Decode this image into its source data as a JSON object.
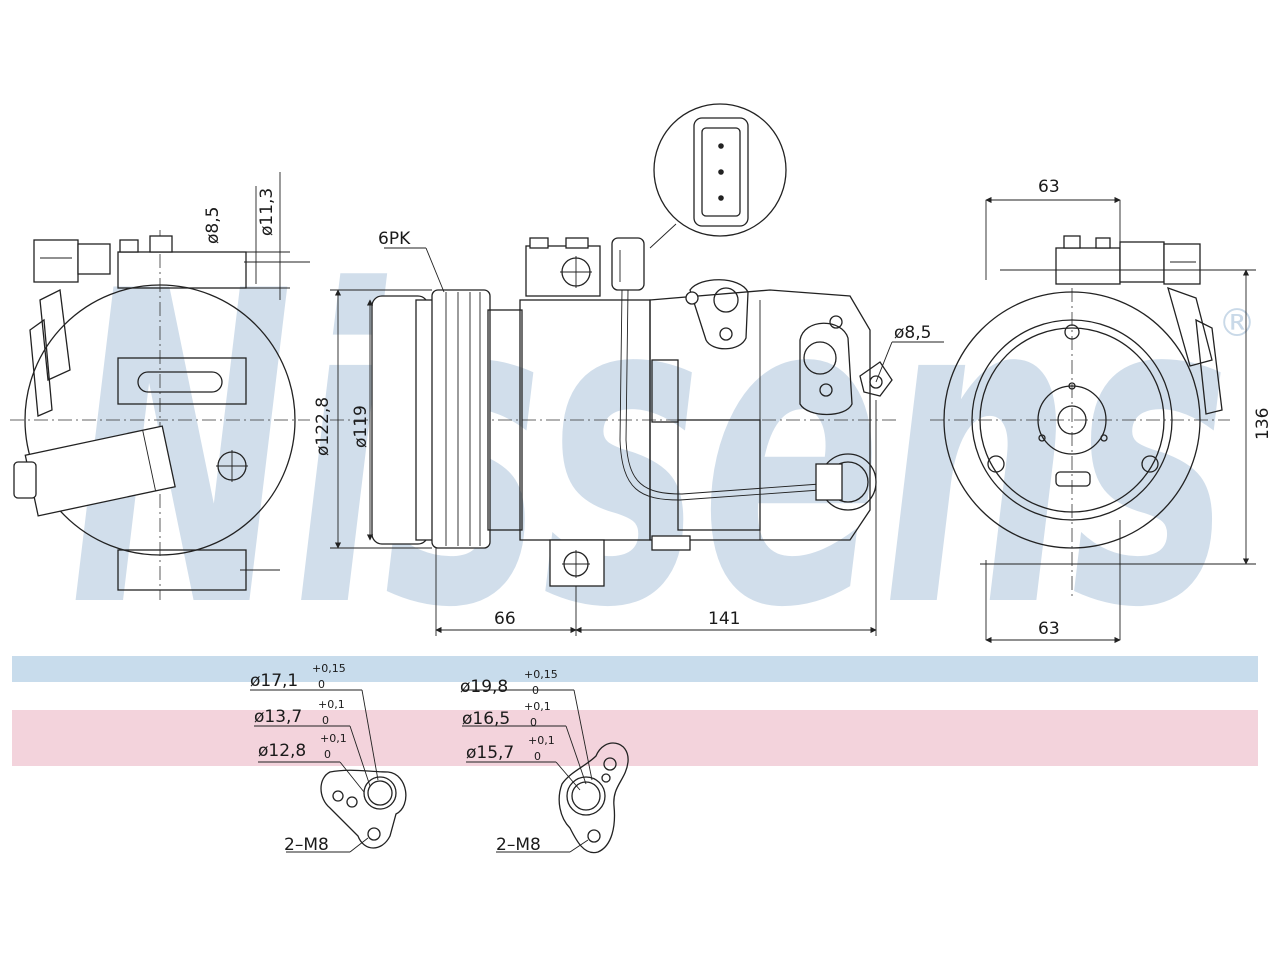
{
  "watermark": {
    "text": "Nissens",
    "registered": "®",
    "color": "#c9d9e8"
  },
  "bands": {
    "top_color": "#c8dcec",
    "bottom_color": "#f3d3dc"
  },
  "connector_callout": {
    "pins": 3
  },
  "side_view": {
    "dims": {
      "bolt_small": "ø8,5",
      "bolt_large": "ø11,3"
    }
  },
  "front_view": {
    "belt_label": "6PK",
    "pulley_outer": "ø122,8",
    "pulley_inner": "ø119",
    "mount_hole": "ø8,5",
    "length_a": "66",
    "length_b": "141"
  },
  "rear_view": {
    "width_top": "63",
    "width_bottom": "63",
    "height": "136"
  },
  "port_left": {
    "d1": {
      "base": "ø17,1",
      "tol_upper": "+0,15",
      "tol_lower": "0"
    },
    "d2": {
      "base": "ø13,7",
      "tol_upper": "+0,1",
      "tol_lower": "0"
    },
    "d3": {
      "base": "ø12,8",
      "tol_upper": "+0,1",
      "tol_lower": "0"
    },
    "thread": "2–M8"
  },
  "port_right": {
    "d1": {
      "base": "ø19,8",
      "tol_upper": "+0,15",
      "tol_lower": "0"
    },
    "d2": {
      "base": "ø16,5",
      "tol_upper": "+0,1",
      "tol_lower": "0"
    },
    "d3": {
      "base": "ø15,7",
      "tol_upper": "+0,1",
      "tol_lower": "0"
    },
    "thread": "2–M8"
  }
}
